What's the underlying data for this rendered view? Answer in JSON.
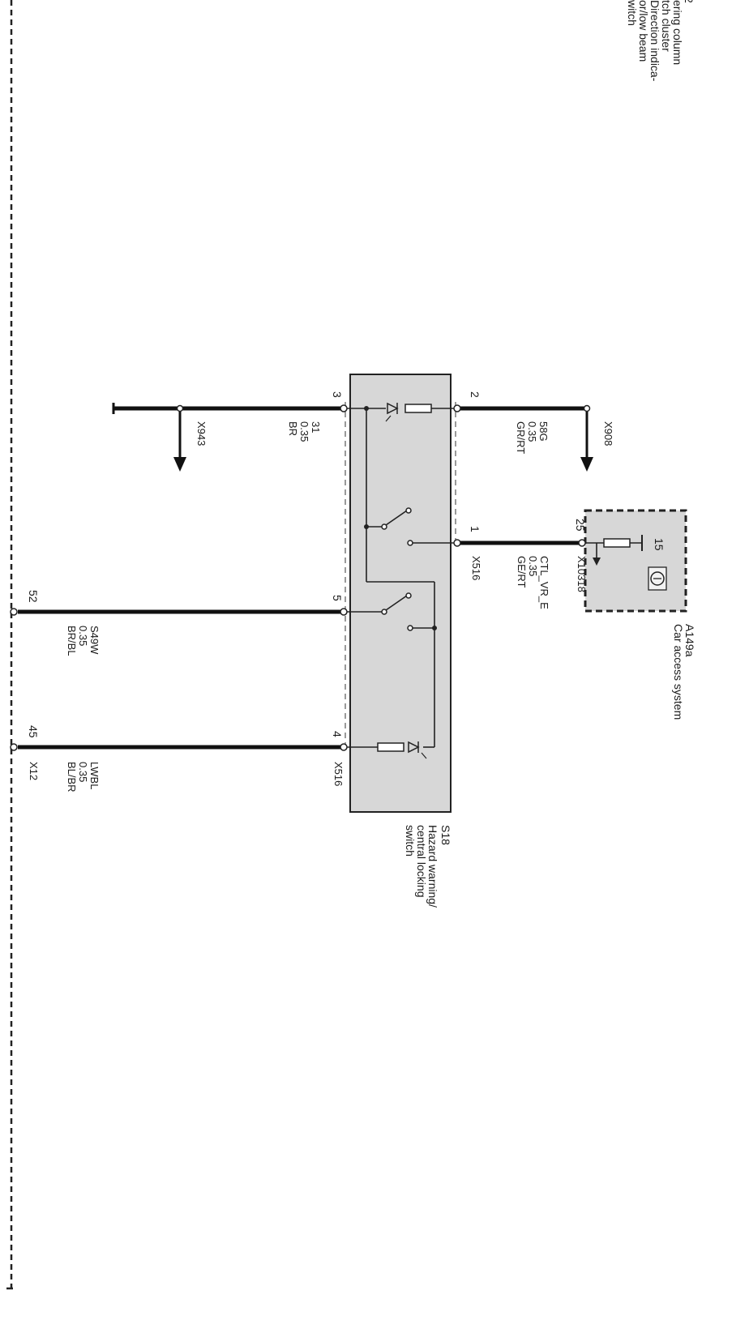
{
  "steering_cluster": {
    "lines": [
      "2",
      "ering column",
      "tch cluster",
      "Direction indica-",
      "or/low beam",
      "witch"
    ]
  },
  "s18": {
    "id": "S18",
    "desc": [
      "Hazard warning/",
      "central locking",
      "switch"
    ],
    "connector_top": "X516",
    "connector_bottom": "X516"
  },
  "a149a": {
    "id": "A149a",
    "desc": "Car access system",
    "connector": "X10318",
    "pin": "25",
    "terminal": "15"
  },
  "pins": {
    "p1": "1",
    "p2": "2",
    "p3": "3",
    "p4": "4",
    "p5": "5",
    "p52": "52",
    "p45": "45"
  },
  "wires": {
    "w2": {
      "signal": "58G",
      "size": "0.35",
      "color": "GR/RT",
      "ref": "X908"
    },
    "w3": {
      "signal": "31",
      "size": "0.35",
      "color": "BR",
      "ref": "X943"
    },
    "w1": {
      "signal": "CTL_VR_E",
      "size": "0.35",
      "color": "GE/RT"
    },
    "w5": {
      "signal": "S49W",
      "size": "0.35",
      "color": "BR/BL"
    },
    "w4": {
      "signal": "LWBL",
      "size": "0.35",
      "color": "BL/BR",
      "connector": "X12"
    }
  }
}
